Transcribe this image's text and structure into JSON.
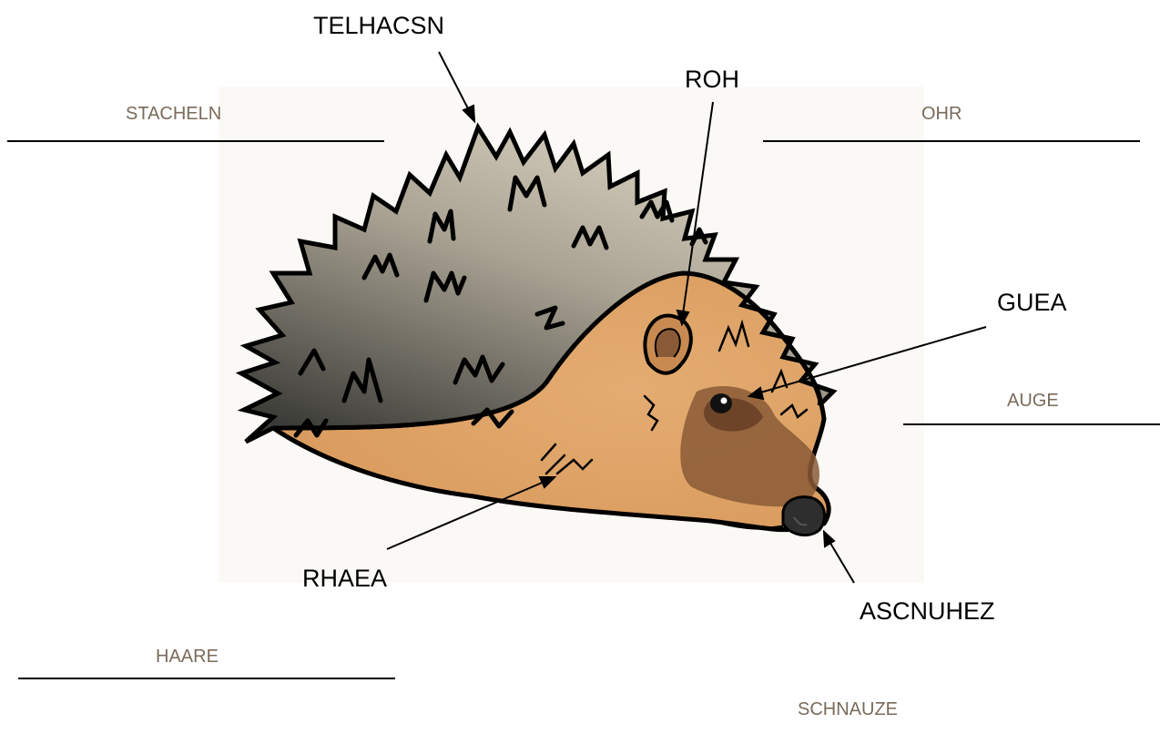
{
  "colors": {
    "answer_text": "#7a6b5a",
    "scrambled_text": "#000000",
    "spines_light": "#d9d0bd",
    "spines_dark": "#3a3a36",
    "fur": "#e0a870",
    "face_dark": "#7a4f30",
    "outline": "#000000"
  },
  "illustration": {
    "subject": "hedgehog",
    "icons": [
      "hedgehog-icon",
      "eye-icon",
      "ear-icon",
      "nose-icon"
    ]
  },
  "scrambled_labels": {
    "stacheln": "TELHACSN",
    "ohr": "ROH",
    "auge": "GUEA",
    "haare": "RHAEA",
    "schnauze": "ASCNUHEZ"
  },
  "answers": {
    "stacheln": "STACHELN",
    "ohr": "OHR",
    "auge": "AUGE",
    "haare": "HAARE",
    "schnauze": "SCHNAUZE"
  }
}
